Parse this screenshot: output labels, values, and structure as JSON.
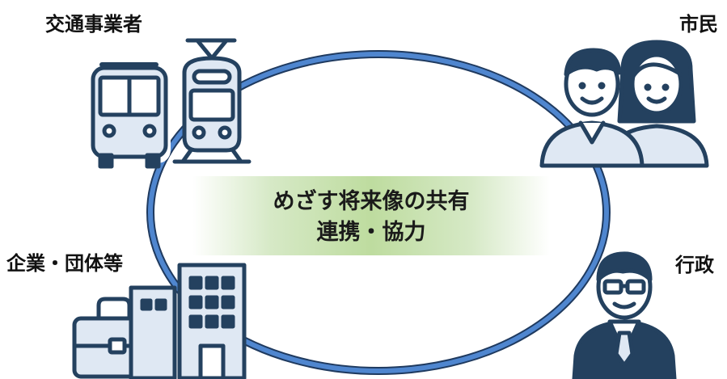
{
  "stakeholders": {
    "transport": "交通事業者",
    "citizens": "市民",
    "companies": "企業・団体等",
    "government": "行政"
  },
  "center": {
    "line1": "めざす将来像の共有",
    "line2": "連携・協力"
  },
  "colors": {
    "icon_fill": "#dfe8f3",
    "icon_stroke": "#24415f",
    "ring": "#4f86cf",
    "ring_edge": "#1f3a5f",
    "band": "#bedc9f"
  }
}
